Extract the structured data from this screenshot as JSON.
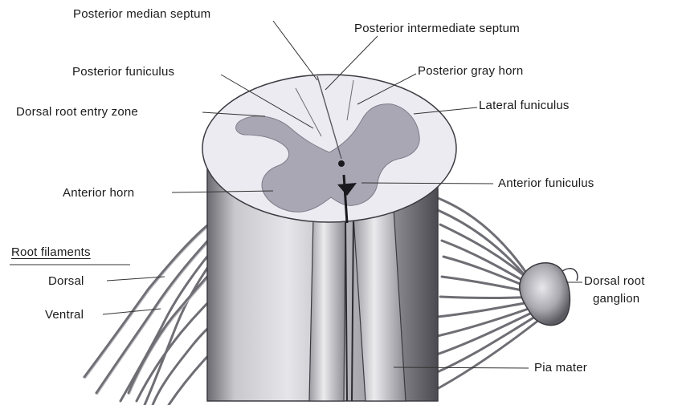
{
  "labels": {
    "posterior_median_septum": "Posterior median septum",
    "posterior_intermediate_septum": "Posterior intermediate septum",
    "posterior_funiculus": "Posterior funiculus",
    "posterior_gray_horn": "Posterior gray horn",
    "dorsal_root_entry_zone": "Dorsal root entry zone",
    "lateral_funiculus": "Lateral funiculus",
    "anterior_horn": "Anterior horn",
    "anterior_funiculus": "Anterior funiculus",
    "root_filaments": "Root filaments",
    "dorsal": "Dorsal",
    "ventral": "Ventral",
    "dorsal_root_ganglion_line1": "Dorsal root",
    "dorsal_root_ganglion_line2": "ganglion",
    "pia_mater": "Pia mater"
  },
  "colors": {
    "white_matter": "#ecebf2",
    "gray_matter": "#a9a7b4",
    "cord_surface": "#d0d0d4",
    "cord_shadow": "#4a4a50",
    "label_text": "#1a1a1a",
    "leader_line": "#333333"
  }
}
